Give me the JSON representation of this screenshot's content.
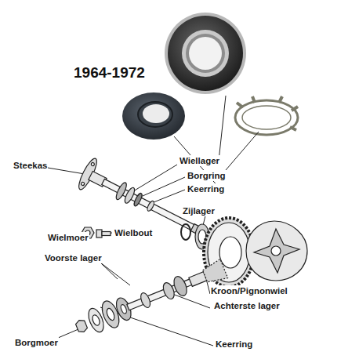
{
  "diagram": {
    "title": "1964-1972",
    "labels": [
      "Steekas",
      "Wiellager",
      "Borgring",
      "Keerring",
      "Zijlager",
      "Wielmoer",
      "Wielbout",
      "Voorste lager",
      "Kroon/Pignonwiel",
      "Achterste lager",
      "Borgmoer",
      "Keerring"
    ]
  }
}
